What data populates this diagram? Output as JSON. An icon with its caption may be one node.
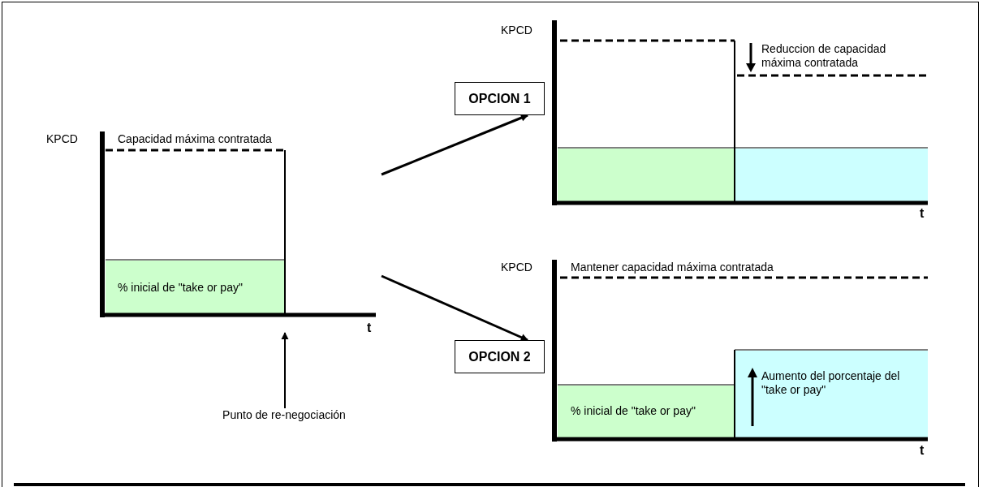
{
  "diagram": {
    "nodes": [
      {
        "text": [],
        "shape": "box"
      },
      {
        "text": [
          "OPCION 1"
        ]
      },
      {
        "text": [
          "OPCION 2"
        ]
      },
      {
        "text": [
          "Punto de re-negociación"
        ]
      }
    ],
    "edges": [
      {
        "from": 0,
        "to": 1,
        "arrow": "to"
      },
      {
        "from": 0,
        "to": 2,
        "arrow": "to"
      },
      {
        "from": 3,
        "to": 0,
        "arrow": "to"
      }
    ],
    "labels": [
      "KPCD",
      "Capacidad máxima contratada",
      "% inicial de \"take or pay\"",
      "t",
      "KPCD",
      "Reduccion de capacidad máxima contratada",
      "t",
      "KPCD",
      "Mantener capacidad máxima contratada",
      "% inicial de \"take or pay\"",
      "Aumento del porcentaje del \"take or pay\"",
      "t"
    ]
  }
}
